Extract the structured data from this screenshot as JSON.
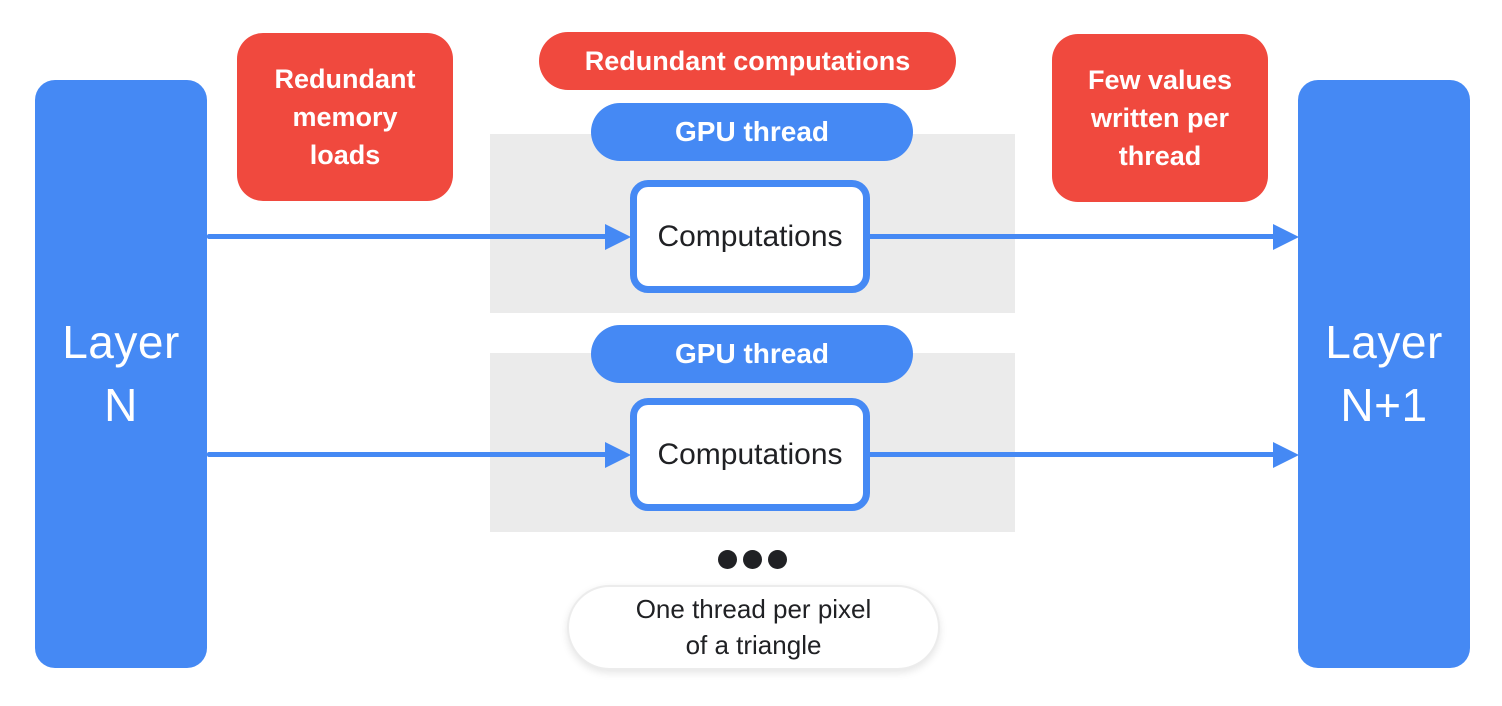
{
  "colors": {
    "blue": "#4589f4",
    "red": "#f0493e",
    "lane_gray": "#ebebeb",
    "text_dark": "#202124",
    "white": "#ffffff"
  },
  "layers": {
    "left": {
      "label": "Layer\nN"
    },
    "right": {
      "label": "Layer\nN+1"
    }
  },
  "annotations": {
    "memory_loads": "Redundant\nmemory\nloads",
    "redundant_computations": "Redundant computations",
    "few_values": "Few values\nwritten per\nthread"
  },
  "threads": [
    {
      "gpu_label": "GPU thread",
      "computation_label": "Computations"
    },
    {
      "gpu_label": "GPU thread",
      "computation_label": "Computations"
    }
  ],
  "icons": {
    "arrowhead": "right-arrowhead-icon",
    "ellipsis": "ellipsis-dots-icon"
  },
  "footnote": {
    "label": "One thread per pixel\nof a triangle"
  }
}
